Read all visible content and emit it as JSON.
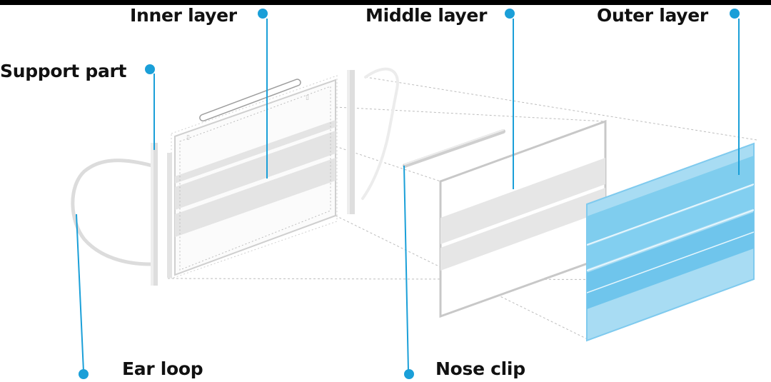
{
  "labels": {
    "inner_layer": "Inner layer",
    "middle_layer": "Middle layer",
    "outer_layer": "Outer layer",
    "support_part": "Support part",
    "ear_loop": "Ear loop",
    "nose_clip": "Nose clip"
  },
  "colors": {
    "callout": "#1a9fd8",
    "outer_layer_fill": "#a8dcf3",
    "outer_layer_band": "#6cc3ea",
    "frame_gray": "#d4d4d4"
  }
}
